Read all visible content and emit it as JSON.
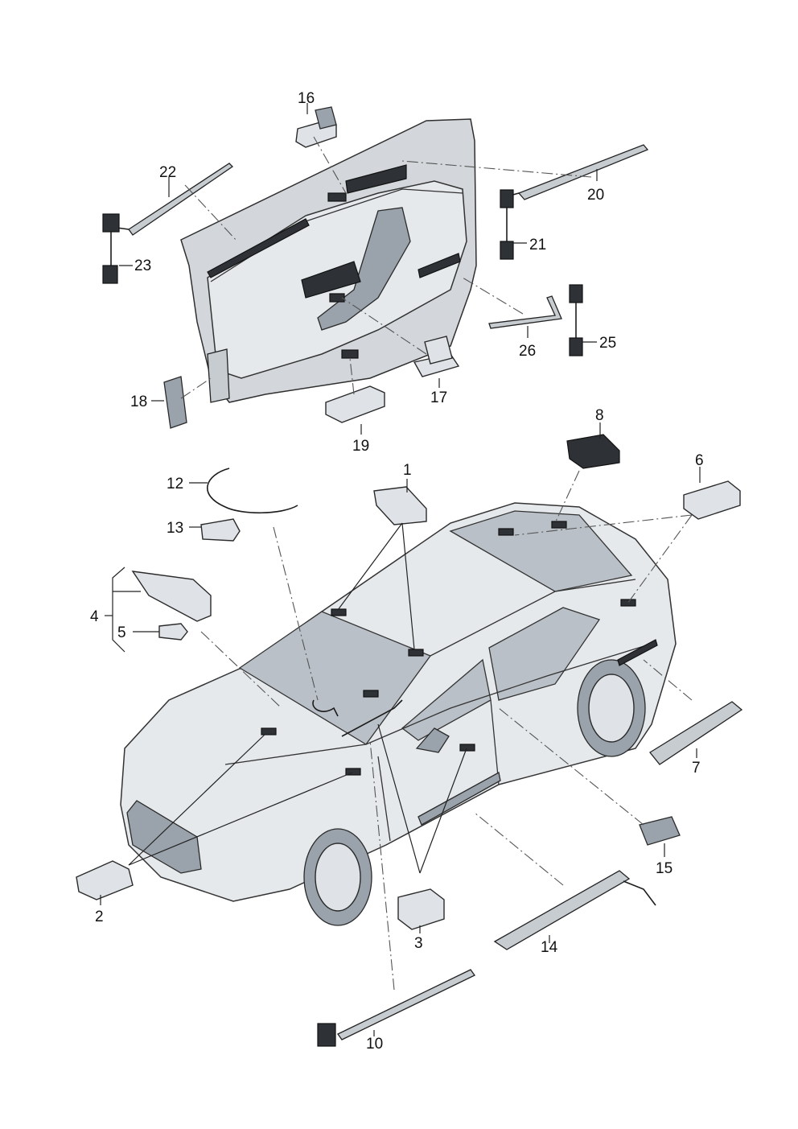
{
  "callouts": [
    {
      "id": "c1",
      "label": "1"
    },
    {
      "id": "c2",
      "label": "2"
    },
    {
      "id": "c3",
      "label": "3"
    },
    {
      "id": "c4",
      "label": "4"
    },
    {
      "id": "c5",
      "label": "5"
    },
    {
      "id": "c6",
      "label": "6"
    },
    {
      "id": "c7",
      "label": "7"
    },
    {
      "id": "c8",
      "label": "8"
    },
    {
      "id": "c10",
      "label": "10"
    },
    {
      "id": "c12",
      "label": "12"
    },
    {
      "id": "c13",
      "label": "13"
    },
    {
      "id": "c14",
      "label": "14"
    },
    {
      "id": "c15",
      "label": "15"
    },
    {
      "id": "c16",
      "label": "16"
    },
    {
      "id": "c17",
      "label": "17"
    },
    {
      "id": "c18",
      "label": "18"
    },
    {
      "id": "c19",
      "label": "19"
    },
    {
      "id": "c20",
      "label": "20"
    },
    {
      "id": "c21",
      "label": "21"
    },
    {
      "id": "c22",
      "label": "22"
    },
    {
      "id": "c23",
      "label": "23"
    },
    {
      "id": "c25",
      "label": "25"
    },
    {
      "id": "c26",
      "label": "26"
    }
  ]
}
